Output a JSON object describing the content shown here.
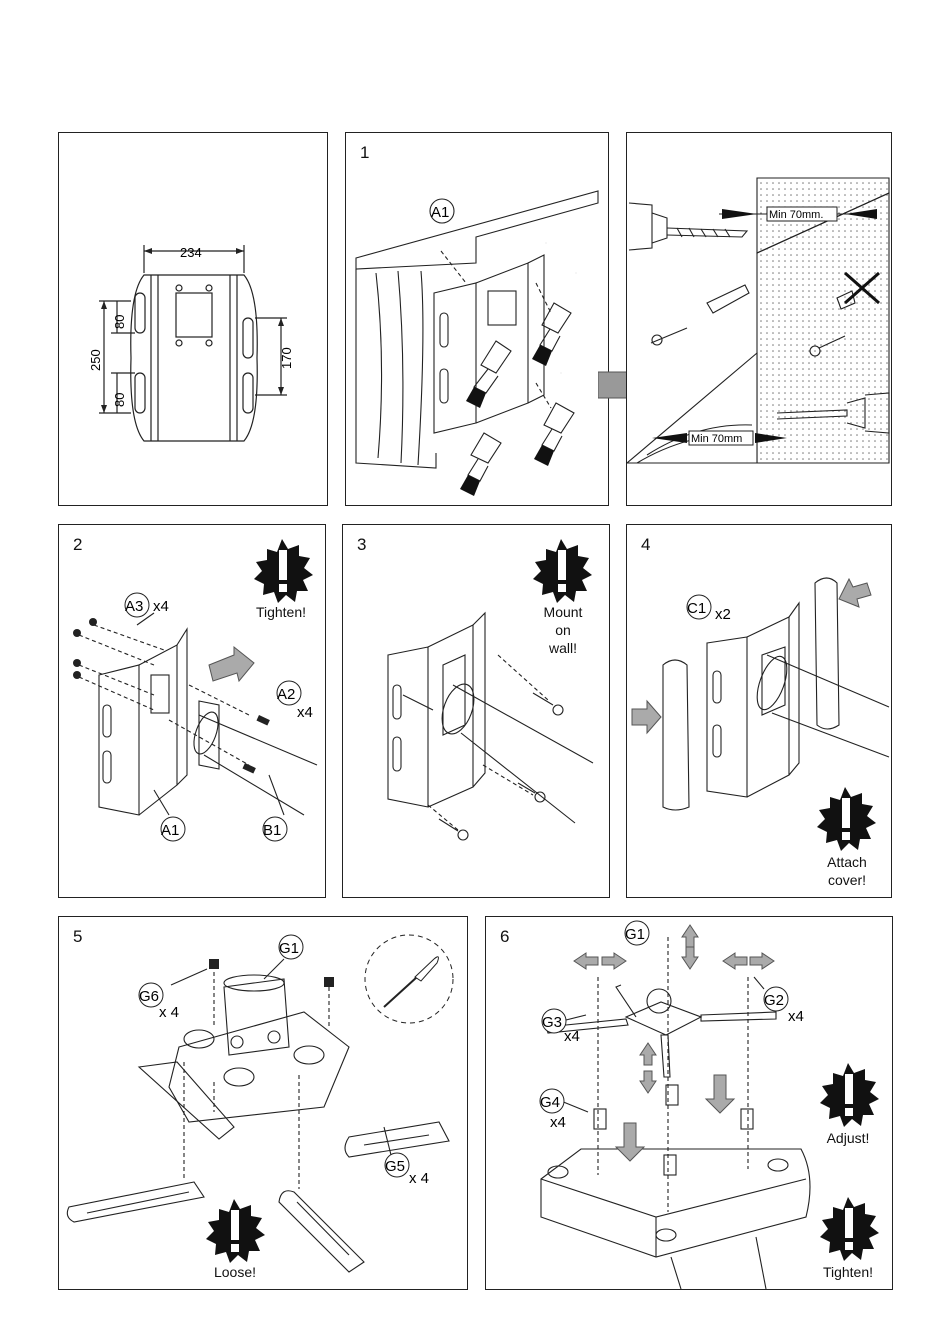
{
  "panel0": {
    "dims": {
      "width_top": "234",
      "height_left": "250",
      "slot_top": "80",
      "slot_bottom": "80",
      "height_right": "170"
    }
  },
  "panel1": {
    "step": "1",
    "part": "A1"
  },
  "panel2": {
    "min_top": "Min 70mm.",
    "min_bottom": "Min 70mm"
  },
  "panel3": {
    "step": "2",
    "a3": "A3",
    "a3_qty": "x4",
    "a2": "A2",
    "a2_qty": "x4",
    "a1": "A1",
    "b1": "B1",
    "warning_text": "Tighten!"
  },
  "panel4": {
    "step": "3",
    "warning_line1": "Mount",
    "warning_line2": "on",
    "warning_line3": "wall!"
  },
  "panel5": {
    "step": "4",
    "c1": "C1",
    "c1_qty": "x2",
    "warning_line1": "Attach",
    "warning_line2": "cover!"
  },
  "panel6": {
    "step": "5",
    "g1": "G1",
    "g6": "G6",
    "g6_qty": "x 4",
    "g5": "G5",
    "g5_qty": "x 4",
    "warning_text": "Loose!",
    "screwdriver": "screwdriver-icon"
  },
  "panel7": {
    "step": "6",
    "g1": "G1",
    "g2": "G2",
    "g2_qty": "x4",
    "g3": "G3",
    "g3_qty": "x4",
    "g4": "G4",
    "g4_qty": "x4",
    "warning_adjust": "Adjust!",
    "warning_tighten": "Tighten!"
  },
  "colors": {
    "line": "#222222",
    "arrow_fill": "#999999",
    "burst": "#111111"
  }
}
